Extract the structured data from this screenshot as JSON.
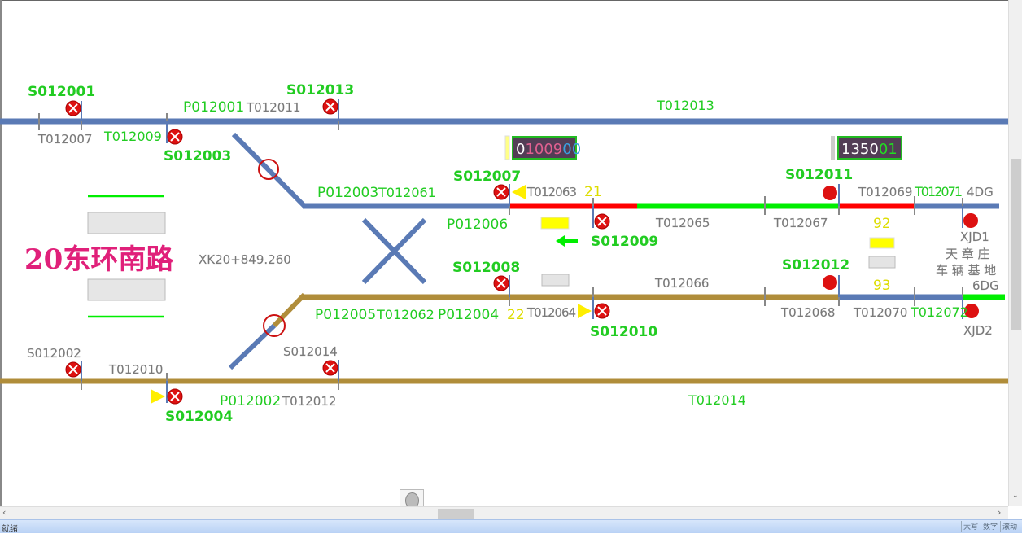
{
  "station": {
    "name": "20东环南路",
    "kilometer": "XK20+849.260",
    "depot_line1": "天 章 庄",
    "depot_line2": "车 辆 基 地"
  },
  "signals_green": [
    "S012001",
    "S012003",
    "S012013",
    "S012007",
    "S012009",
    "S012008",
    "S012010",
    "S012011",
    "S012012",
    "S012004"
  ],
  "signals_gray": [
    "S012002",
    "S012014"
  ],
  "points": [
    "P012001",
    "P012003",
    "P012006",
    "P012005",
    "P012004",
    "P012002"
  ],
  "tracks_green": [
    "T012009",
    "T012013",
    "T012061",
    "T012062",
    "T012071",
    "T012072",
    "T012014"
  ],
  "tracks_gray": [
    "T012007",
    "T012011",
    "T012063",
    "T012065",
    "T012067",
    "T012069",
    "T012066",
    "T012064",
    "T012068",
    "T012070",
    "T012010",
    "T012012"
  ],
  "misc": {
    "dg4": "4DG",
    "dg6": "6DG",
    "xjd1": "XJD1",
    "xjd2": "XJD2"
  },
  "numbers": {
    "n21": "21",
    "n22": "22",
    "n92": "92",
    "n93": "93"
  },
  "trains": [
    {
      "p1": "0",
      "p2": "1009",
      "p3": "00"
    },
    {
      "p1": "1350",
      "p2": "01"
    }
  ],
  "status": {
    "text": "就绪",
    "caps": "大写",
    "num": "数字",
    "scroll": "滚动"
  },
  "colors": {
    "track_blue": "#5a7ab5",
    "track_brown": "#b08d3a",
    "occupied": "#ff0000",
    "route": "#00ee00",
    "station_name": "#e0207a"
  }
}
